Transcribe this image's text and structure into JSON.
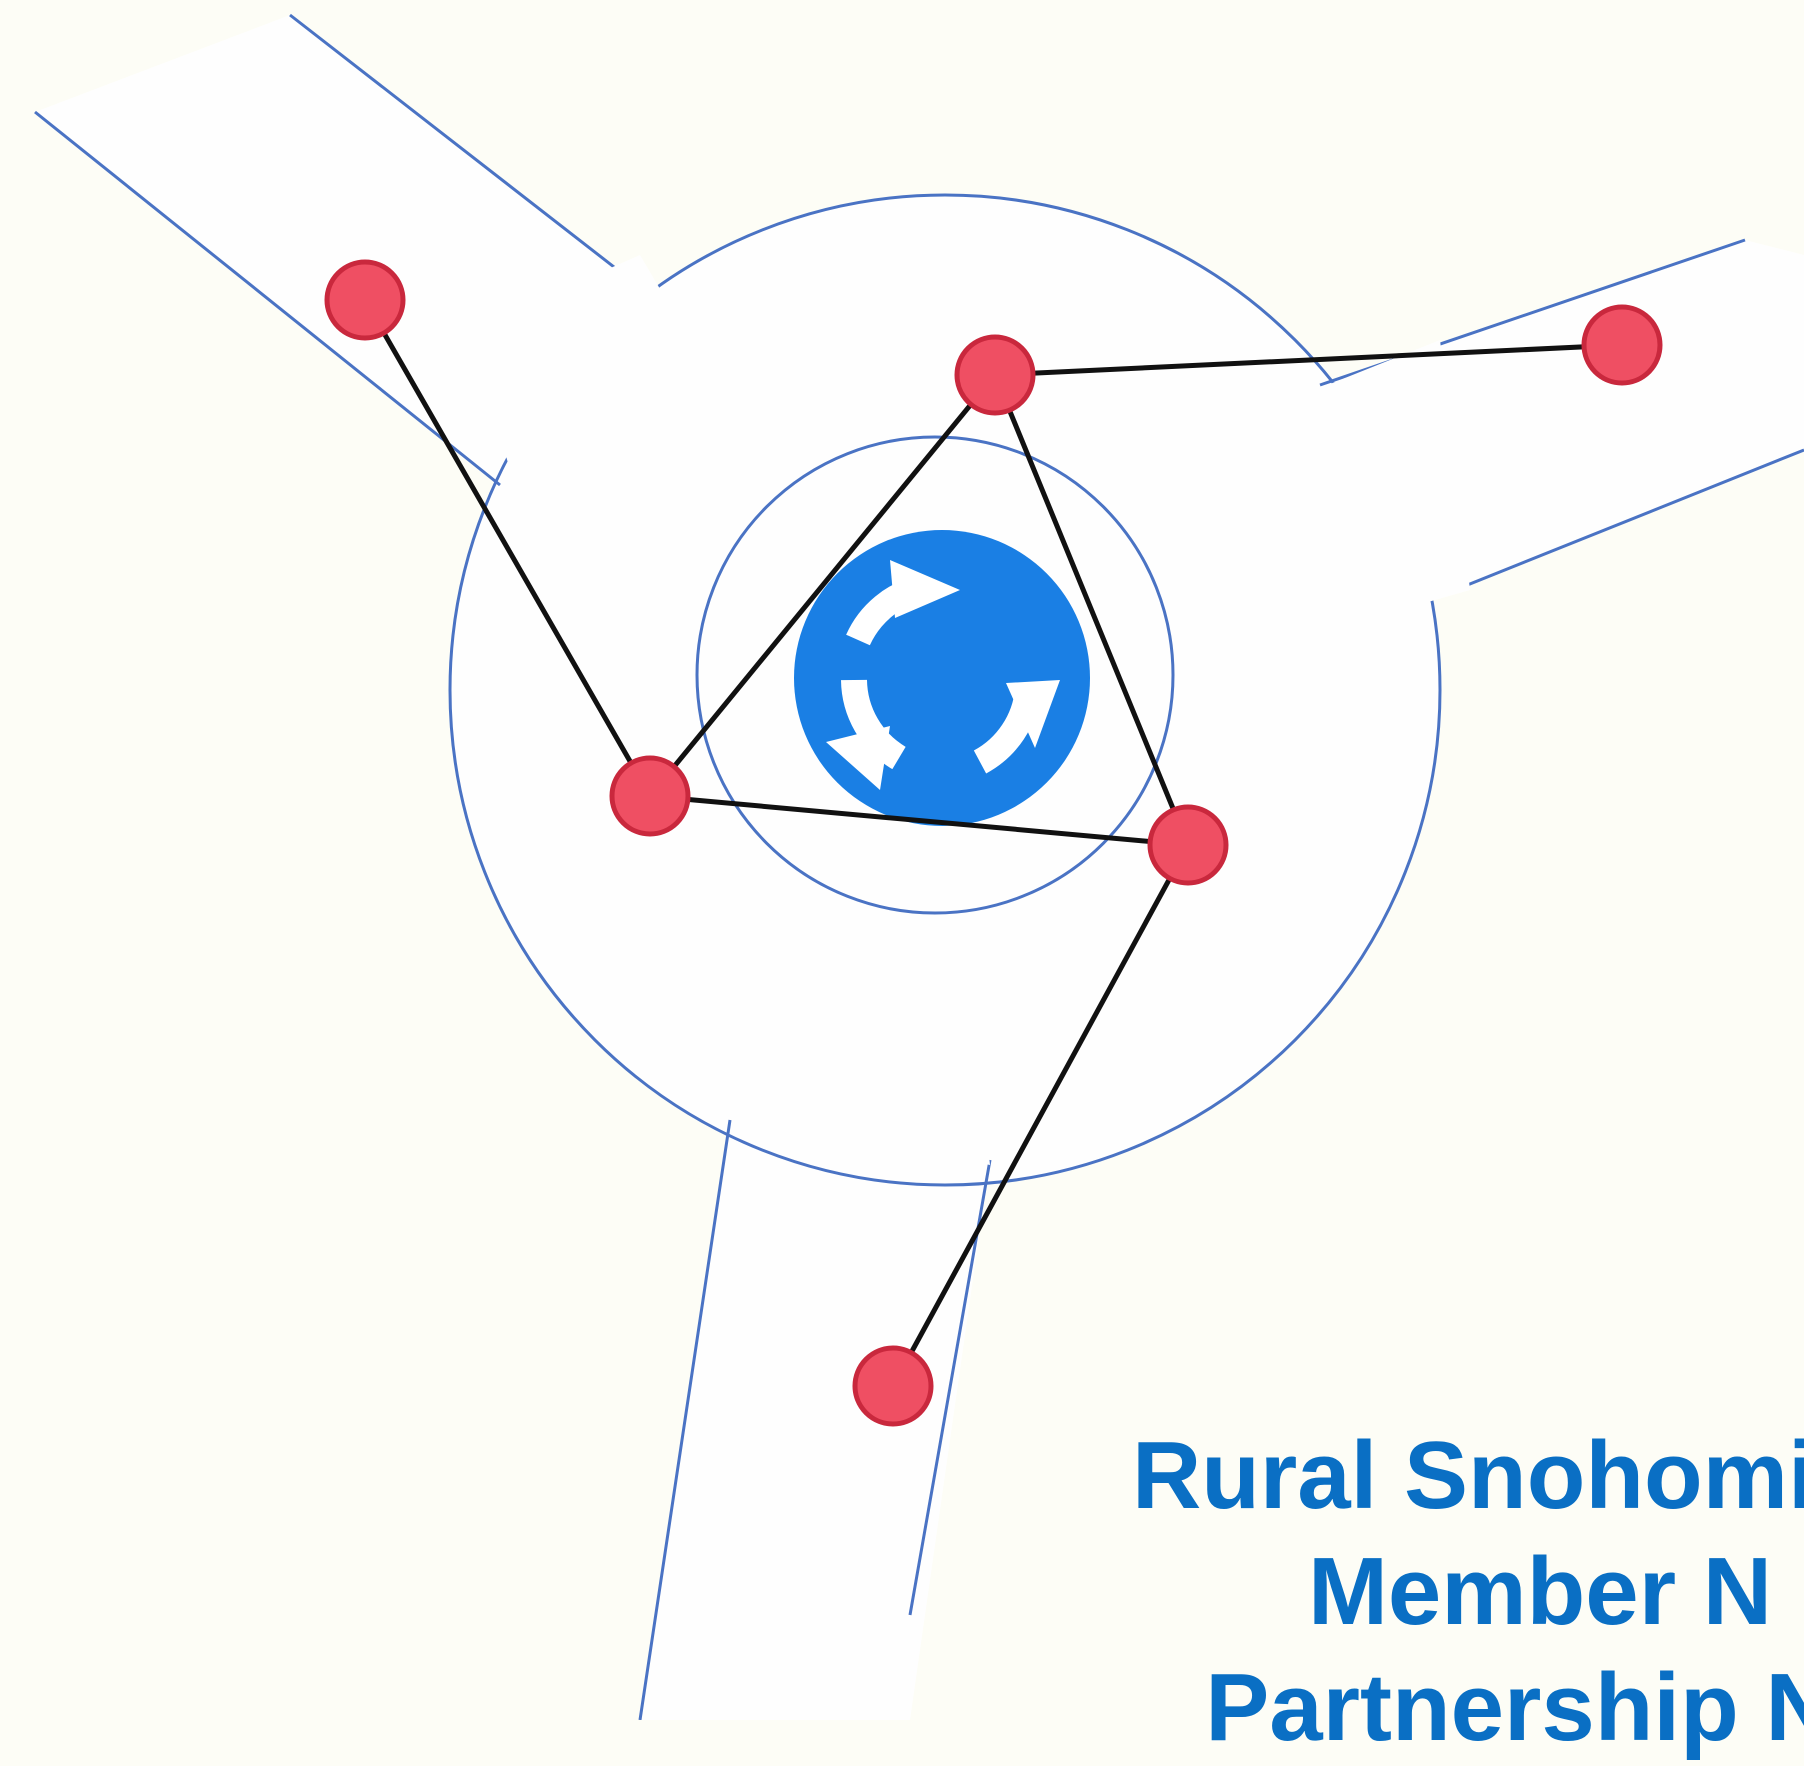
{
  "caption": {
    "line1": "Rural Snohomis",
    "line2": "Member N",
    "line3": "Partnership N"
  },
  "colors": {
    "background": "#fdfdf6",
    "road_outline": "#4a73c4",
    "road_fill": "#fefefe",
    "node_fill": "#ef4f63",
    "node_stroke": "#c9283d",
    "edge": "#111111",
    "sign_blue": "#1a7fe4",
    "caption": "#0a6fc4"
  },
  "icons": {
    "center": "roundabout-sign-icon",
    "nodes": "network-node-icon"
  }
}
